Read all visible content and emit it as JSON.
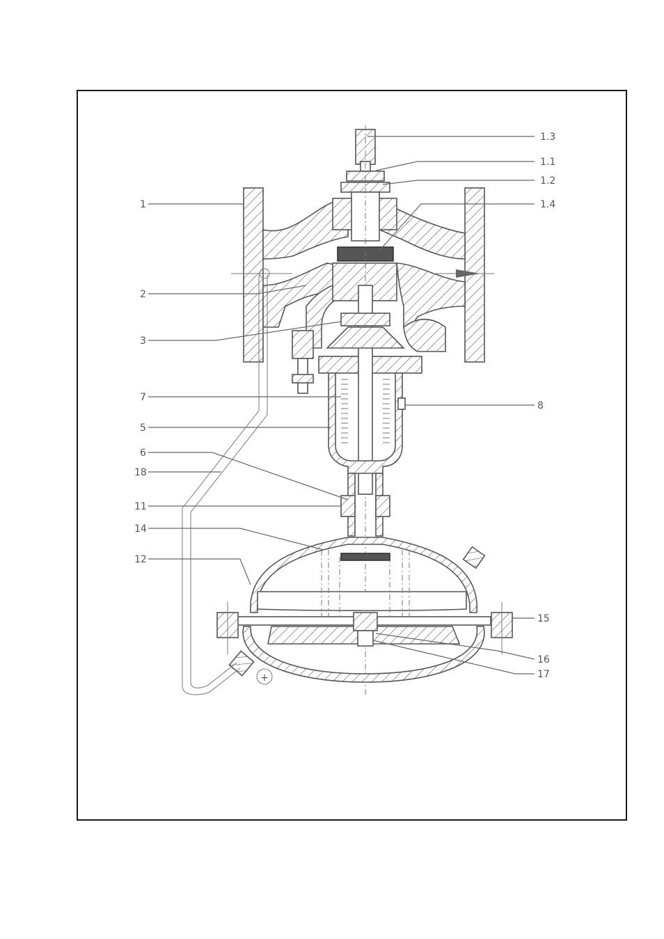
{
  "labels": {
    "l1_3": "1.3",
    "l1_1": "1.1",
    "l1_2": "1.2",
    "l1_4": "1.4",
    "l1": "1",
    "l2": "2",
    "l3": "3",
    "l7": "7",
    "l8": "8",
    "l5": "5",
    "l6": "6",
    "l18": "18",
    "l11": "11",
    "l14": "14",
    "l12": "12",
    "l15": "15",
    "l16": "16",
    "l17": "17"
  },
  "symbols": {
    "plus": "+"
  }
}
